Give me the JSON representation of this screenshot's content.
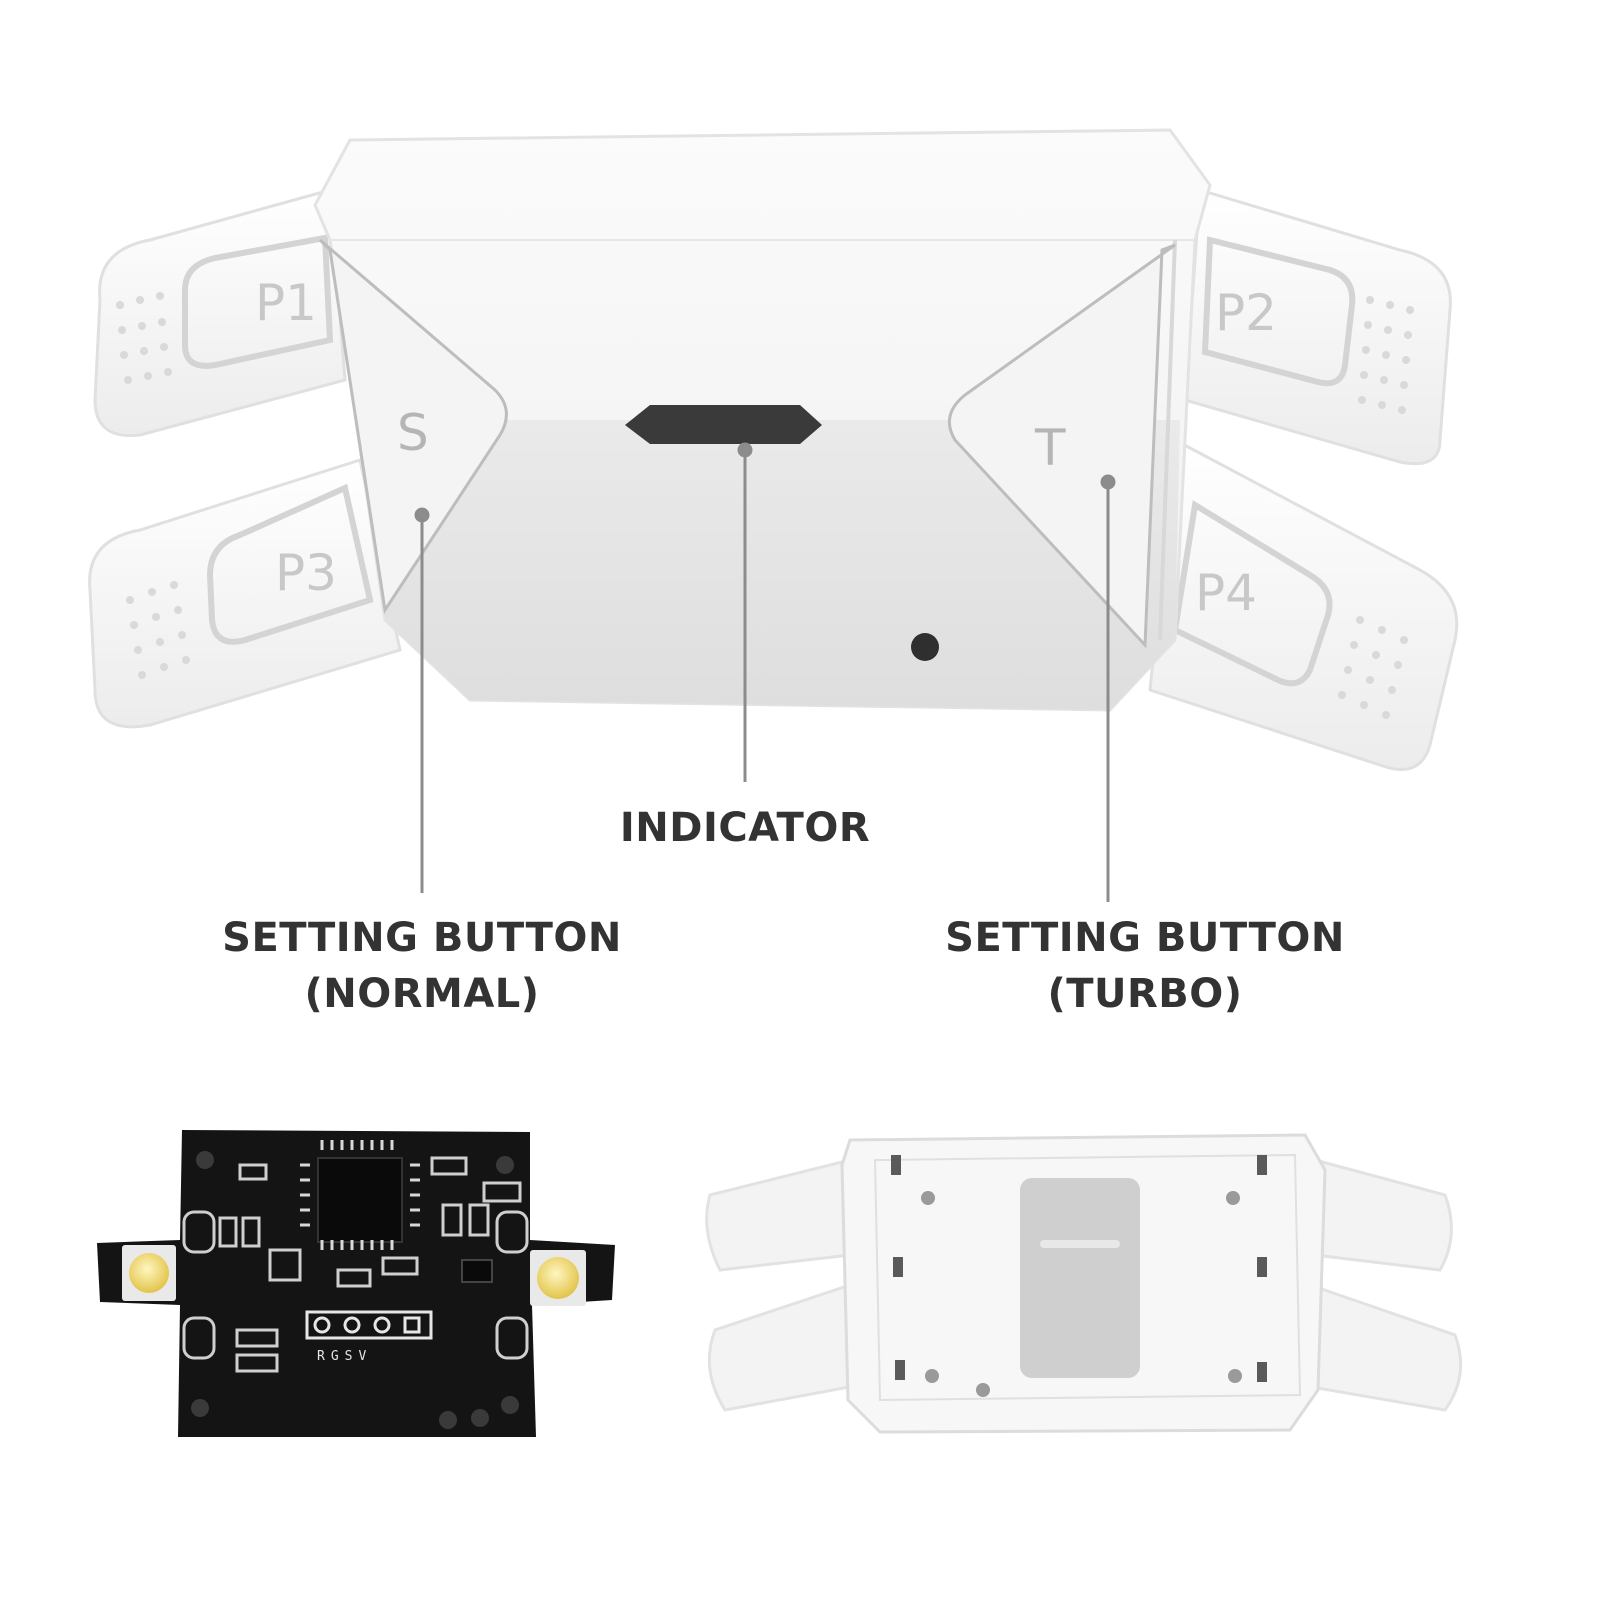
{
  "device": {
    "paddles": {
      "p1": "P1",
      "p2": "P2",
      "p3": "P3",
      "p4": "P4"
    },
    "buttons": {
      "setting": "S",
      "turbo": "T"
    },
    "pcb_silkscreen": "RGSV"
  },
  "callouts": {
    "indicator": "INDICATOR",
    "setting_normal_line1": "SETTING BUTTON",
    "setting_normal_line2": "(NORMAL)",
    "setting_turbo_line1": "SETTING BUTTON",
    "setting_turbo_line2": "(TURBO)"
  },
  "colors": {
    "background": "#ffffff",
    "device_body": "#f2f2f2",
    "indicator_led": "#3a3a3a",
    "callout_line": "#8c8c8c",
    "label_text": "#333333",
    "pcb": "#141414",
    "tactile_switch": "#f0d860"
  }
}
